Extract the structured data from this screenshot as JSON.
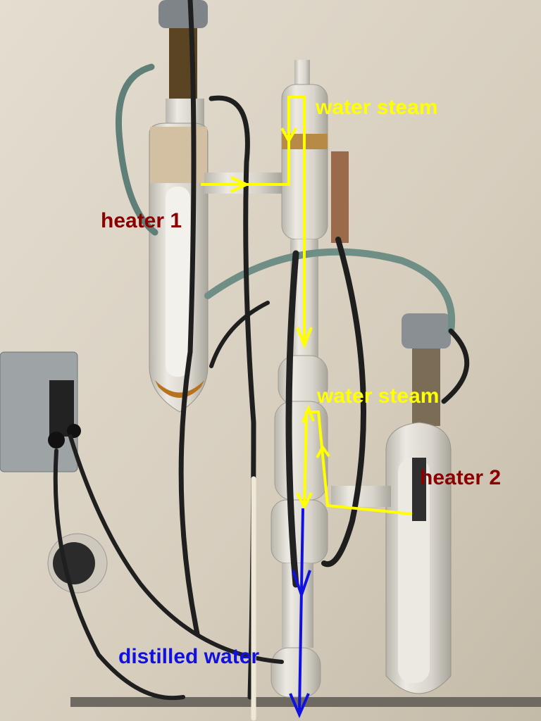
{
  "labels": {
    "steam_top": "water steam",
    "steam_middle": "water steam",
    "heater_1": "heater 1",
    "heater_2": "heater 2",
    "distilled": "distilled water"
  },
  "colors": {
    "steam_arrow": "#ffff00",
    "heater_label": "#8b0000",
    "distilled_arrow": "#1010e0",
    "wall": "#d9d1c3"
  }
}
